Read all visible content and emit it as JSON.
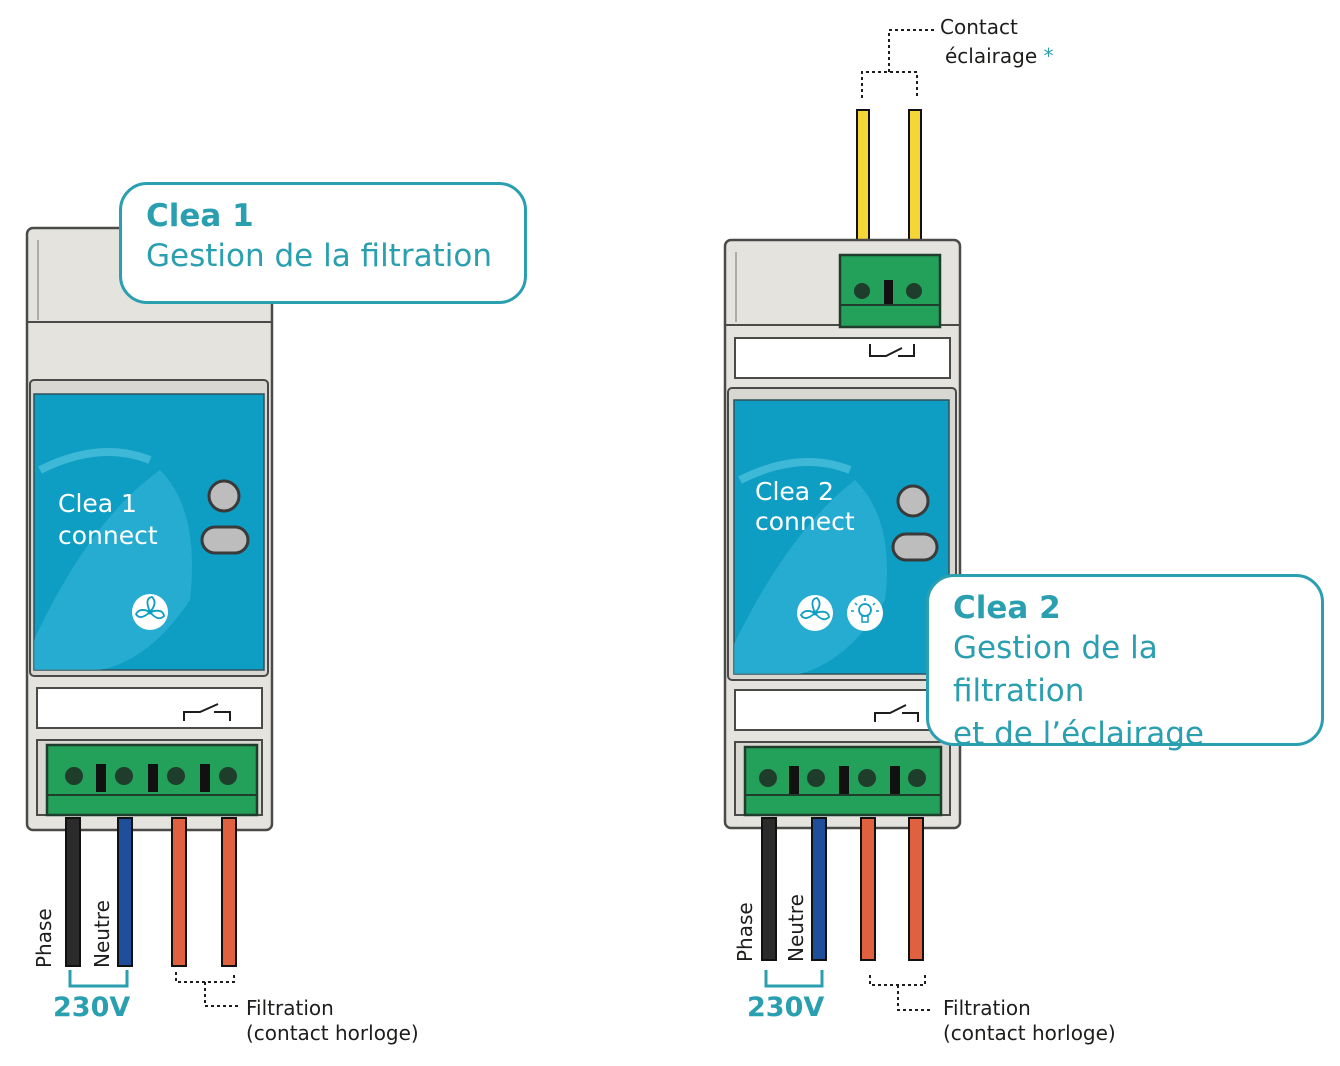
{
  "left_device": {
    "callout_title": "Clea 1",
    "callout_subtitle": "Gestion de la filtration",
    "screen_line1": "Clea 1",
    "screen_line2": "connect",
    "icons": [
      "fan-icon"
    ],
    "wire_labels": {
      "phase": "Phase",
      "neutral": "Neutre"
    },
    "voltage": "230V",
    "filtration_label_1": "Filtration",
    "filtration_label_2": "(contact horloge)"
  },
  "right_device": {
    "callout_title": "Clea 2",
    "callout_subtitle_1": "Gestion de la filtration",
    "callout_subtitle_2": "et de l’éclairage",
    "screen_line1": "Clea 2",
    "screen_line2": "connect",
    "icons": [
      "fan-icon",
      "lightbulb-icon"
    ],
    "top_contact_label_1": "Contact",
    "top_contact_label_2": "éclairage",
    "top_contact_asterisk": "*",
    "wire_labels": {
      "phase": "Phase",
      "neutral": "Neutre"
    },
    "voltage": "230V",
    "filtration_label_1": "Filtration",
    "filtration_label_2": "(contact horloge)"
  },
  "colors": {
    "accent": "#2a9fb0",
    "housing": "#e4e3de",
    "screen": "#0e9dc3",
    "terminal": "#23a05a",
    "wire_phase": "#2b2b2b",
    "wire_neutral": "#1f4e9a",
    "wire_filtration": "#e0613f",
    "wire_lighting": "#f5d637"
  }
}
